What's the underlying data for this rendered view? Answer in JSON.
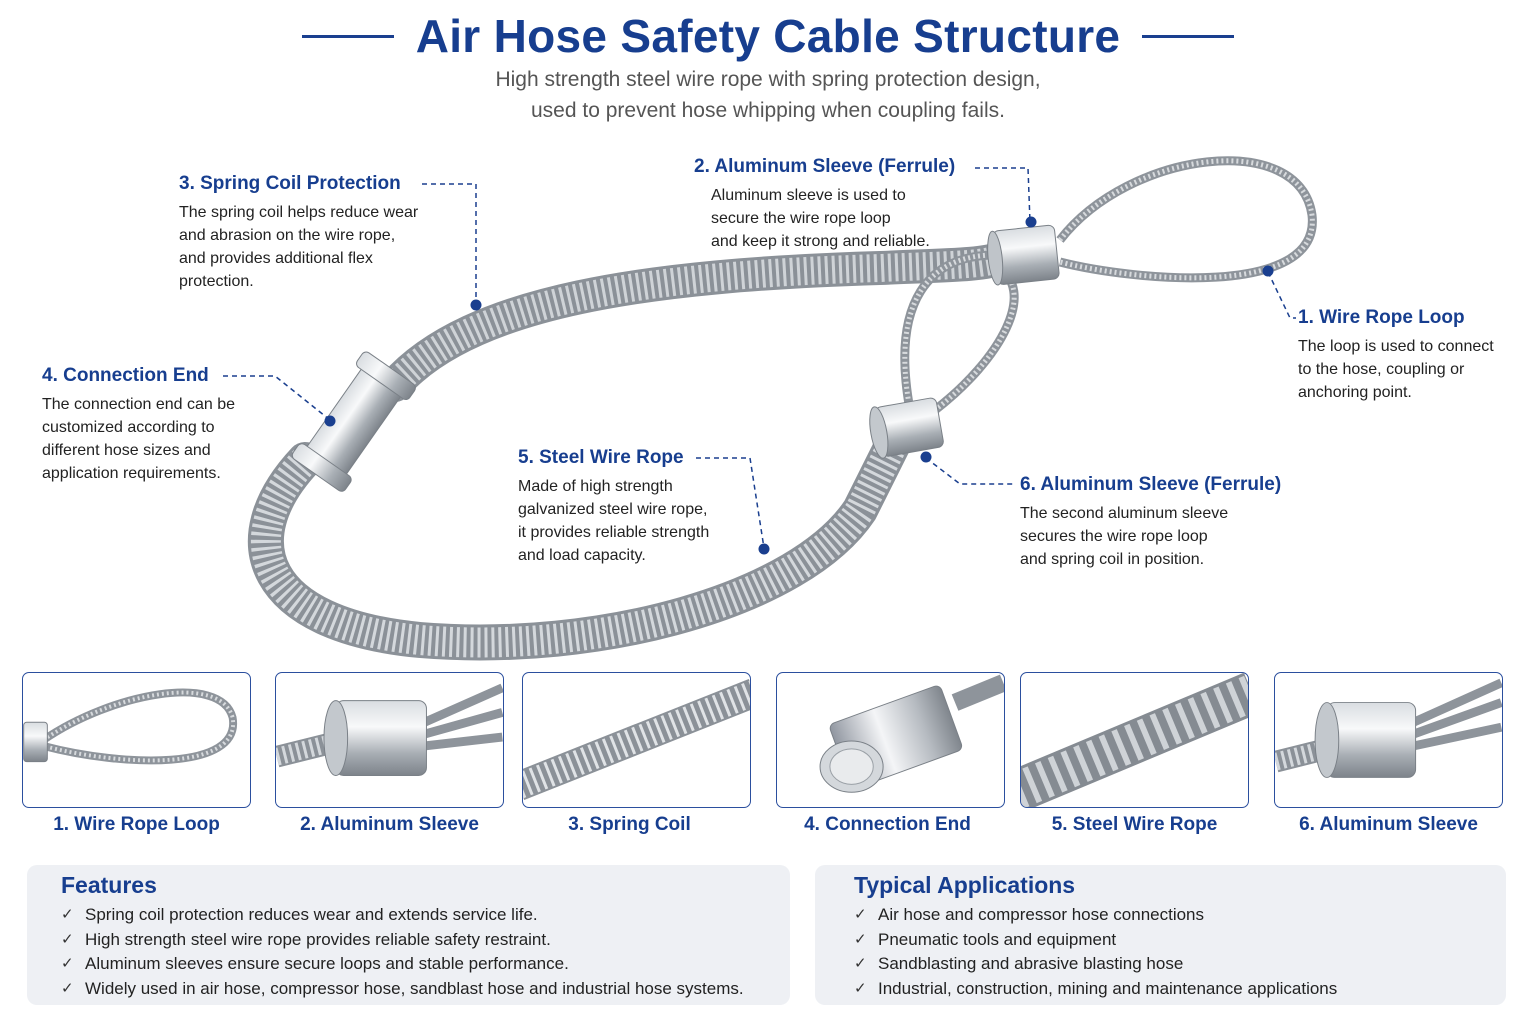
{
  "header": {
    "title": "Air Hose Safety Cable Structure",
    "subtitle_line1": "High strength steel wire rope with spring protection design,",
    "subtitle_line2": "used to prevent hose whipping when coupling fails."
  },
  "colors": {
    "accent": "#173e8f",
    "steel": "#9aa0a6",
    "panel_bg": "#eef0f4"
  },
  "callouts": {
    "wire_rope_loop": {
      "title": "1. Wire Rope Loop",
      "desc": "The loop is used to connect\nto the hose, coupling or\nanchoring point."
    },
    "aluminum_sleeve_top": {
      "title": "2. Aluminum Sleeve (Ferrule)",
      "desc": "Aluminum sleeve is used to\nsecure the wire rope loop\nand keep it strong and reliable."
    },
    "spring_coil": {
      "title": "3. Spring Coil Protection",
      "desc": "The spring coil helps reduce wear\nand abrasion on the wire rope,\nand provides additional flex\nprotection."
    },
    "connection_end": {
      "title": "4. Connection End",
      "desc": "The connection end can be\ncustomized according to\ndifferent hose sizes and\napplication requirements."
    },
    "steel_wire_rope": {
      "title": "5. Steel Wire Rope",
      "desc": "Made of high strength\ngalvanized steel wire rope,\nit provides reliable strength\nand load capacity."
    },
    "aluminum_sleeve_second": {
      "title": "6. Aluminum Sleeve (Ferrule)",
      "desc": "The second aluminum sleeve\nsecures the wire rope loop\nand spring coil in position."
    }
  },
  "thumbnails": [
    {
      "label": "1. Wire Rope Loop"
    },
    {
      "label": "2. Aluminum Sleeve"
    },
    {
      "label": "3. Spring Coil"
    },
    {
      "label": "4. Connection End"
    },
    {
      "label": "5. Steel Wire Rope"
    },
    {
      "label": "6. Aluminum Sleeve"
    }
  ],
  "features": {
    "title": "Features",
    "items": [
      "Spring coil protection reduces wear and extends service life.",
      "High strength steel wire rope provides reliable safety restraint.",
      "Aluminum sleeves ensure secure loops and stable performance.",
      "Widely used in air hose, compressor hose, sandblast hose and industrial hose systems."
    ]
  },
  "applications": {
    "title": "Typical Applications",
    "items": [
      "Air hose and compressor hose connections",
      "Pneumatic tools and equipment",
      "Sandblasting and abrasive blasting hose",
      "Industrial, construction, mining and maintenance applications"
    ]
  },
  "icons": {
    "check": "check-icon",
    "leader_dot": "leader-dot-icon"
  }
}
